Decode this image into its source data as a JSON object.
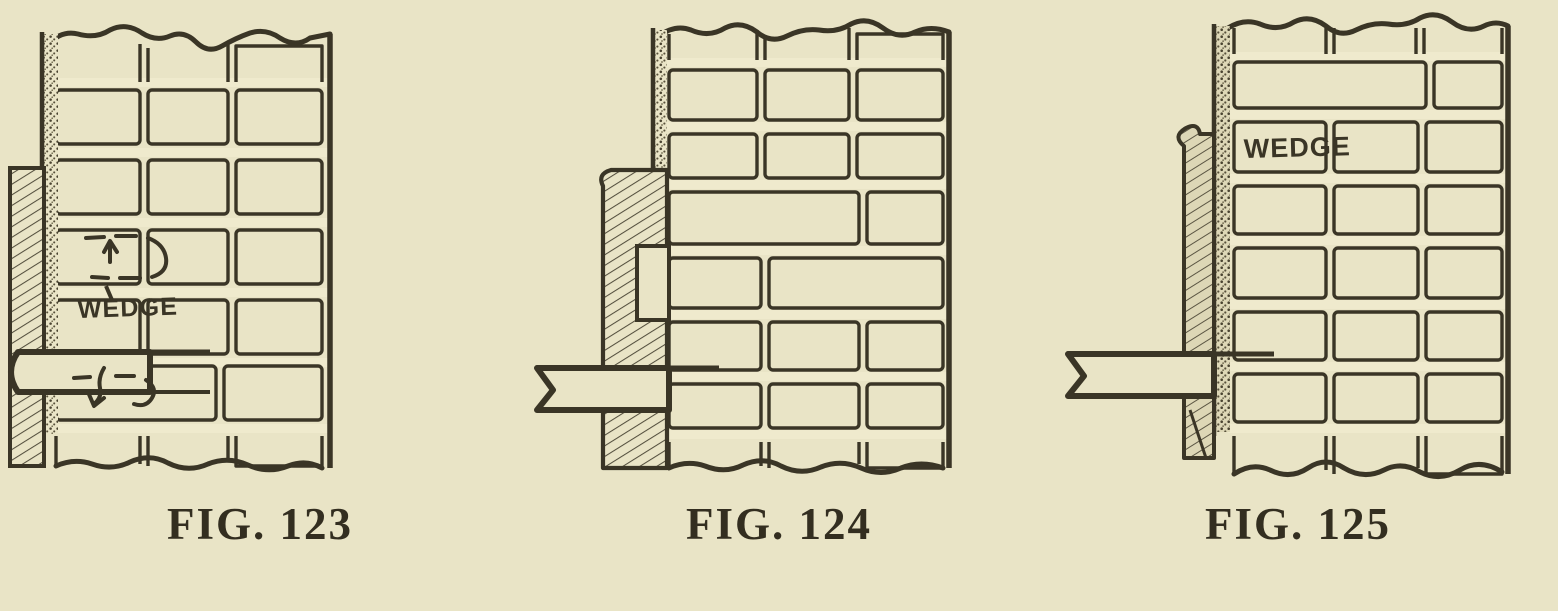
{
  "page": {
    "background_color": "#e9e4c6",
    "ink_color": "#3a3526",
    "mortar_color": "#efeacd",
    "brick_fill": "#e9e4c6",
    "shadow_color": "#b9b394"
  },
  "figures": [
    {
      "id": "fig-123",
      "caption": "FIG. 123",
      "wedge_label": "WEDGE",
      "wedge_label_visible": true,
      "wedge_style": "narrow-hatched-column",
      "annotations": [
        "dashed-leader-arrow-up",
        "dashed-leader-arrow-down"
      ],
      "courses": 6,
      "columns": 3,
      "beam": {
        "present": true,
        "end_shape": "rounded",
        "side": "left"
      },
      "torn_edges": [
        "top",
        "bottom"
      ]
    },
    {
      "id": "fig-124",
      "caption": "FIG. 124",
      "wedge_label": "",
      "wedge_label_visible": false,
      "wedge_style": "wide-hatched-column-with-notch",
      "annotations": [],
      "courses": 6,
      "columns": 3,
      "beam": {
        "present": true,
        "end_shape": "angled",
        "side": "left"
      },
      "torn_edges": [
        "top",
        "bottom"
      ]
    },
    {
      "id": "fig-125",
      "caption": "FIG. 125",
      "wedge_label": "WEDGE",
      "wedge_label_visible": true,
      "wedge_style": "slim-hatched-column",
      "annotations": [],
      "courses": 6,
      "columns": 3,
      "beam": {
        "present": true,
        "end_shape": "angled",
        "side": "left"
      },
      "torn_edges": [
        "top",
        "bottom"
      ]
    }
  ]
}
